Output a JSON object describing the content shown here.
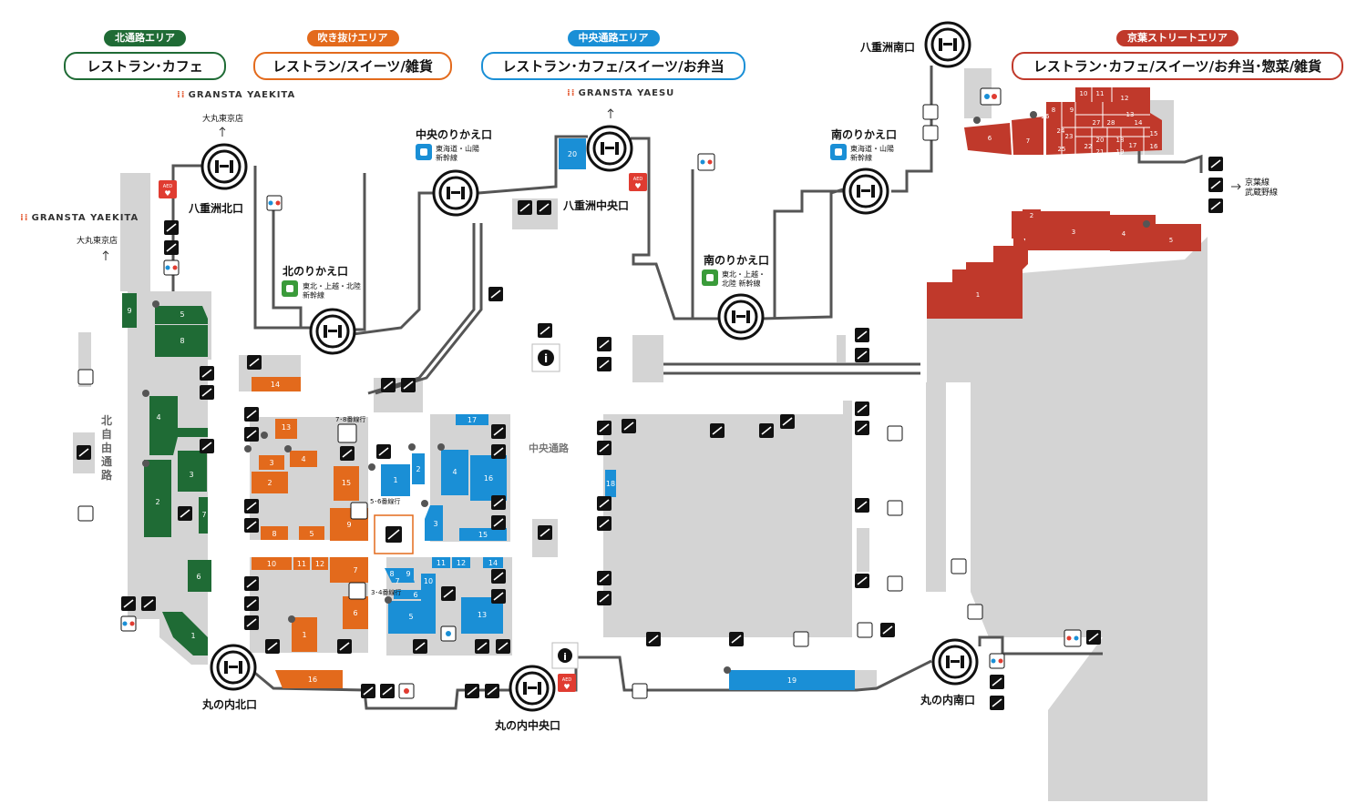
{
  "areas": [
    {
      "tag": "北通路エリア",
      "label": "レストラン･カフェ",
      "color": "#1f6b35"
    },
    {
      "tag": "吹き抜けエリア",
      "label": "レストラン/スイーツ/雑貨",
      "color": "#e36a1c"
    },
    {
      "tag": "中央通路エリア",
      "label": "レストラン･カフェ/スイーツ/お弁当",
      "color": "#1a8fd6"
    },
    {
      "tag": "京葉ストリートエリア",
      "label": "レストラン･カフェ/スイーツ/お弁当･惣菜/雑貨",
      "color": "#c0392b"
    }
  ],
  "gates": {
    "yaesu_north": "八重洲北口",
    "yaesu_central": "八重洲中央口",
    "yaesu_south": "八重洲南口",
    "north_transfer": "北のりかえ口",
    "central_transfer": "中央のりかえ口",
    "south_transfer": "南のりかえ口",
    "maru_north": "丸の内北口",
    "maru_central": "丸の内中央口",
    "maru_south": "丸の内南口"
  },
  "transfer_notes": {
    "north": [
      "東北・上越・北陸",
      "新幹線"
    ],
    "central": [
      "東海道・山陽",
      "新幹線"
    ],
    "south": [
      "東北・上越・",
      "北陸 新幹線"
    ]
  },
  "logos": {
    "yaekita_top": "GRANSTA YAEKITA",
    "yaekita_left": "GRANSTA YAEKITA",
    "yaesu": "GRANSTA YAESU"
  },
  "directions": {
    "daimaru_top": "大丸東京店",
    "daimaru_left": "大丸東京店",
    "keiyo": [
      "京葉線",
      "武蔵野線"
    ]
  },
  "passages": {
    "north_free": "北自由通路",
    "central": "中央通路"
  },
  "platform_notes": {
    "p78": "7･8番線行",
    "p56": "5･6番線行",
    "p34": "3･4番線行"
  },
  "badges": {
    "aed": "AED"
  },
  "stores": {
    "green": [
      "1",
      "2",
      "3",
      "4",
      "5",
      "6",
      "7",
      "8",
      "9"
    ],
    "orange": [
      "1",
      "2",
      "3",
      "4",
      "5",
      "6",
      "7",
      "8",
      "9",
      "10",
      "11",
      "12",
      "13",
      "14",
      "15",
      "16"
    ],
    "blue": [
      "1",
      "2",
      "3",
      "4",
      "5",
      "6",
      "7",
      "8",
      "9",
      "10",
      "11",
      "12",
      "13",
      "14",
      "15",
      "16",
      "17",
      "18",
      "19",
      "20"
    ],
    "red": [
      "1",
      "2",
      "3",
      "4",
      "5",
      "6",
      "7",
      "8",
      "9",
      "10",
      "11",
      "12",
      "13",
      "14",
      "15",
      "16",
      "17",
      "18",
      "19",
      "20",
      "21",
      "22",
      "23",
      "24",
      "25",
      "26",
      "27",
      "28"
    ]
  },
  "colors": {
    "green": "#1f6b35",
    "orange": "#e36a1c",
    "blue": "#1a8fd6",
    "red": "#c0392b",
    "concourse": "#d4d4d4"
  }
}
